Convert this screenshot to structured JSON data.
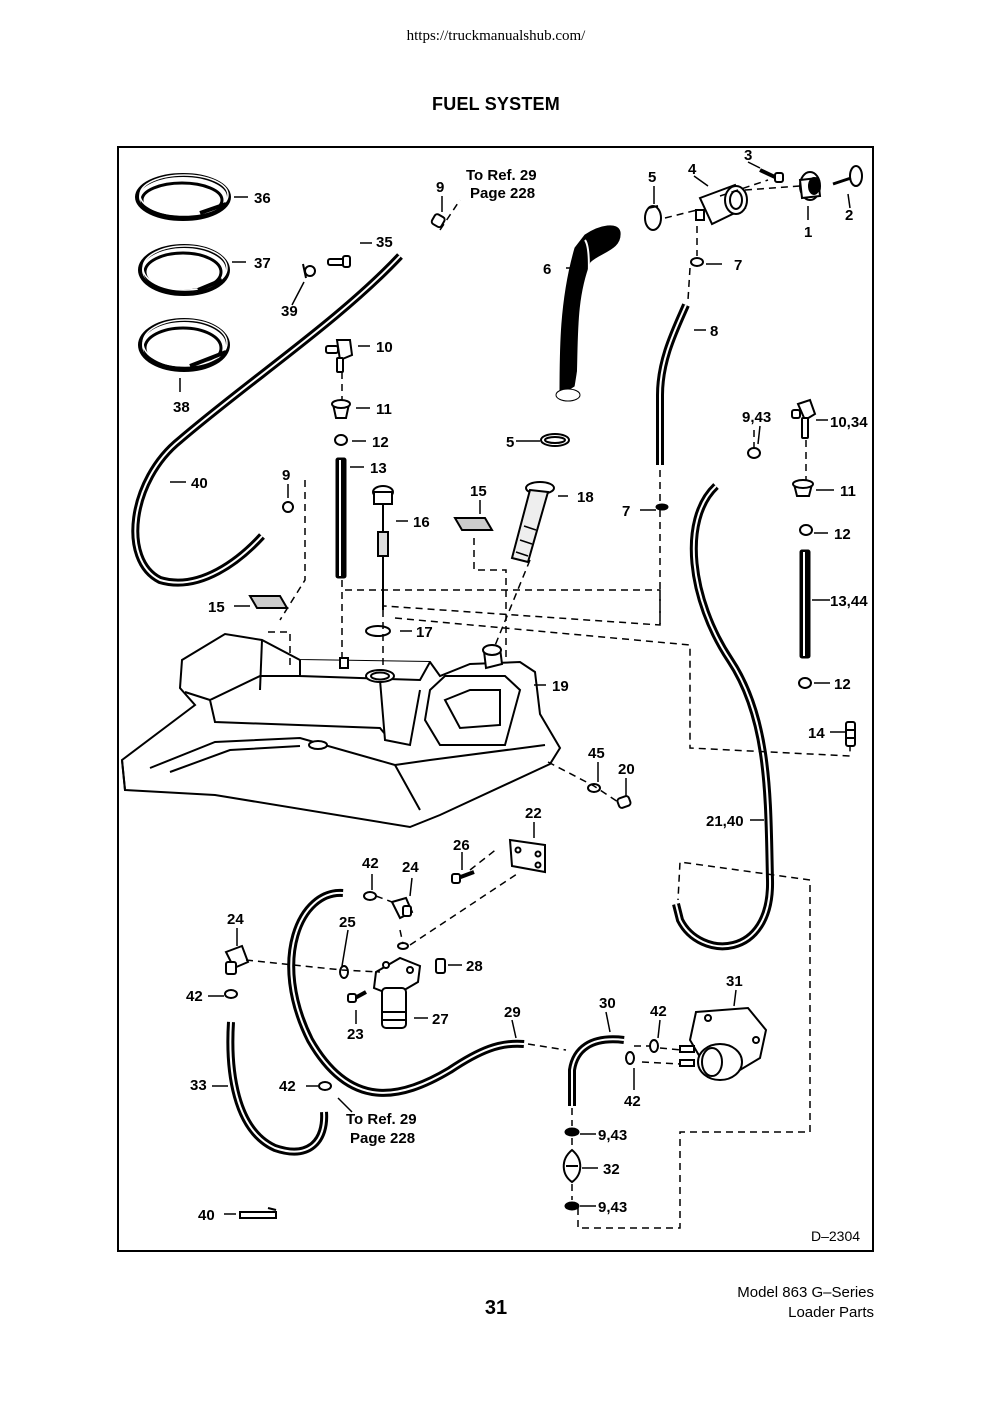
{
  "header": {
    "url": "https://truckmanualshub.com/"
  },
  "page": {
    "title": "FUEL SYSTEM",
    "page_number": "31"
  },
  "footer": {
    "line1": "Model 863 G–Series",
    "line2": "Loader Parts"
  },
  "diagram": {
    "drawing_number": "D–2304",
    "refs": {
      "top": {
        "line1": "To Ref.  29",
        "line2": "Page 228"
      },
      "bottom": {
        "line1": "To Ref.  29",
        "line2": "Page 228"
      }
    },
    "callouts": {
      "c1": "1",
      "c2": "2",
      "c3": "3",
      "c4": "4",
      "c5a": "5",
      "c5b": "5",
      "c6": "6",
      "c7a": "7",
      "c7b": "7",
      "c8": "8",
      "c9a": "9",
      "c9b": "9",
      "c9_43a": "9,43",
      "c9_43b": "9,43",
      "c9_43c": "9,43",
      "c10": "10",
      "c10_34": "10,34",
      "c11a": "11",
      "c11b": "11",
      "c12a": "12",
      "c12b": "12",
      "c12c": "12",
      "c13": "13",
      "c13_44": "13,44",
      "c14": "14",
      "c15a": "15",
      "c15b": "15",
      "c16": "16",
      "c17": "17",
      "c18": "18",
      "c19": "19",
      "c20": "20",
      "c21_40": "21,40",
      "c22": "22",
      "c23": "23",
      "c24a": "24",
      "c24b": "24",
      "c25": "25",
      "c26": "26",
      "c27": "27",
      "c28": "28",
      "c29": "29",
      "c30": "30",
      "c31": "31",
      "c32": "32",
      "c33": "33",
      "c35": "35",
      "c36": "36",
      "c37": "37",
      "c38": "38",
      "c39": "39",
      "c40a": "40",
      "c40b": "40",
      "c42a": "42",
      "c42b": "42",
      "c42c": "42",
      "c42d": "42",
      "c42e": "42",
      "c45": "45"
    }
  }
}
